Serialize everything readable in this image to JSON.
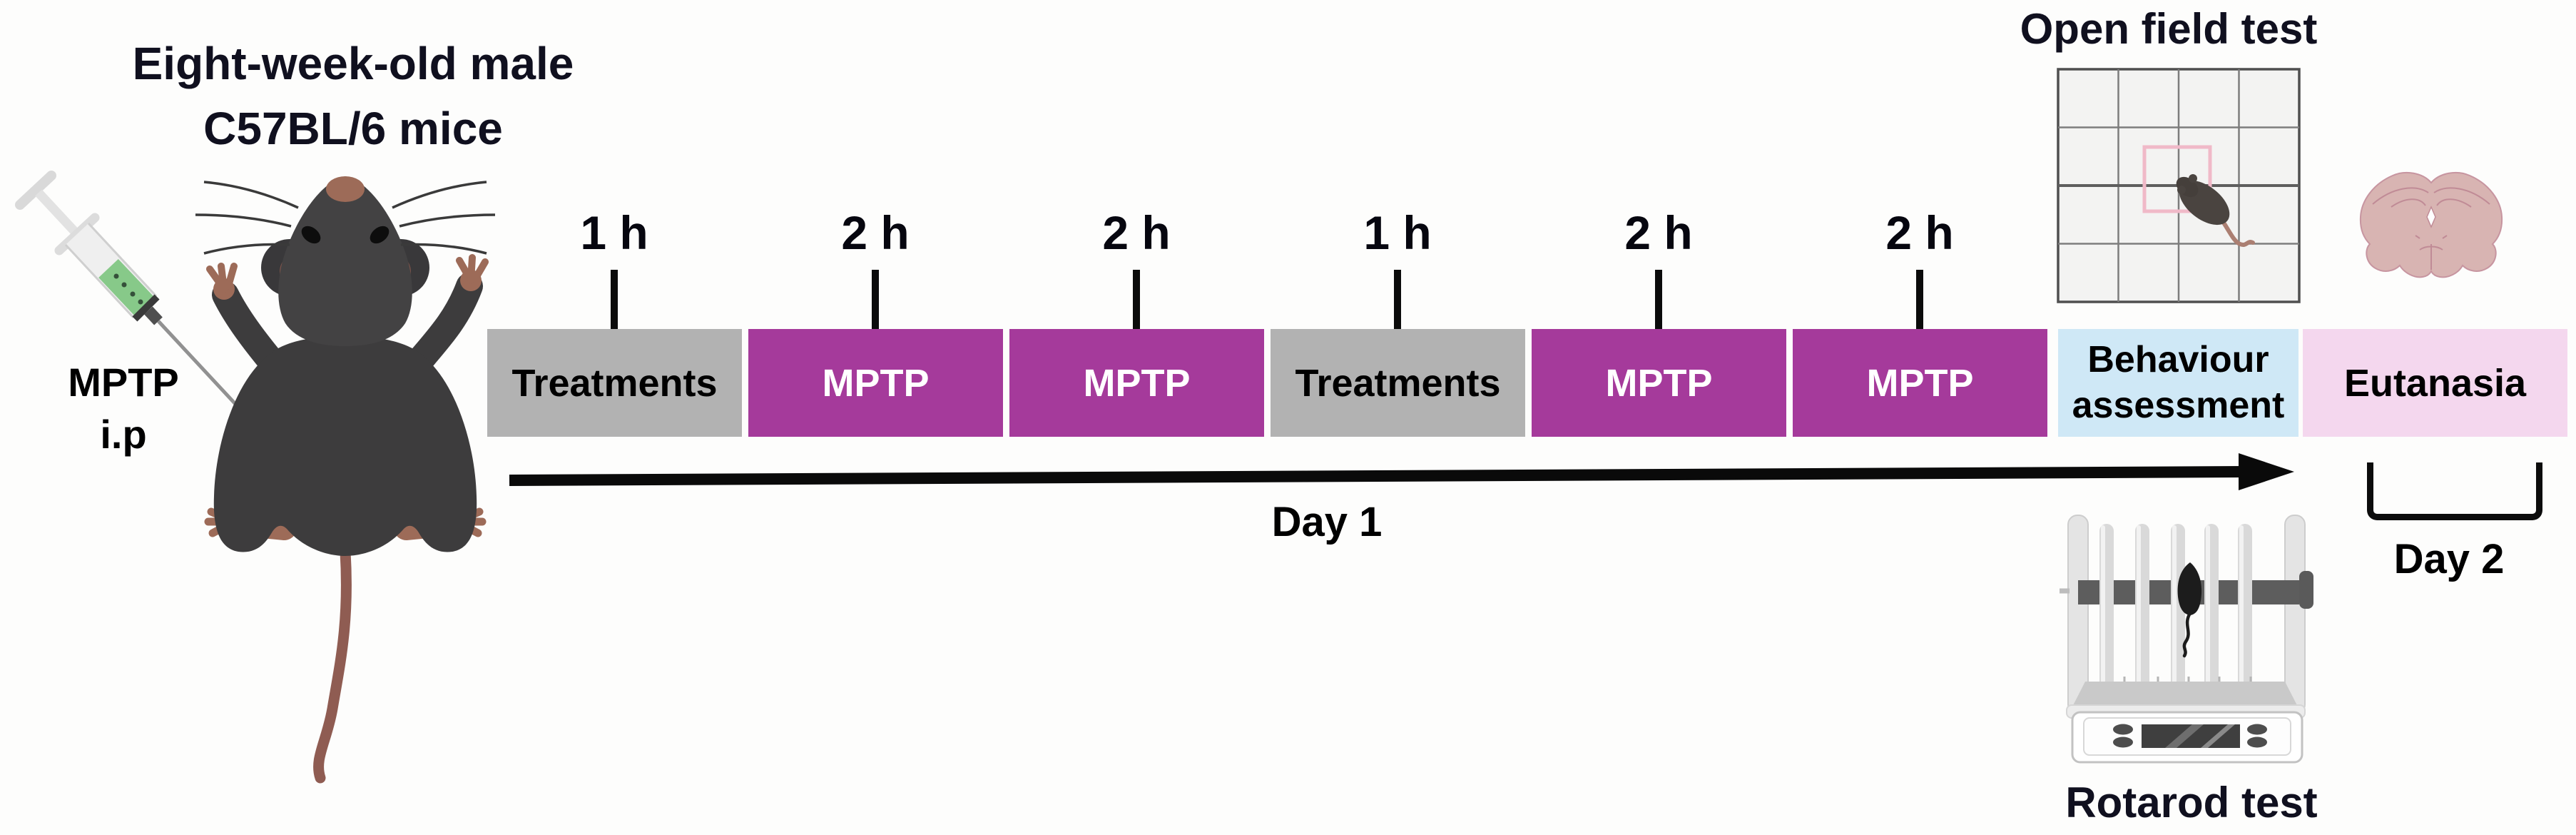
{
  "figure": {
    "background": "#fcfcfb",
    "subject_title": "Eight-week-old male\nC57BL/6 mice",
    "injection_label": "MPTP\ni.p"
  },
  "timeline": {
    "segments": [
      {
        "label": "Treatments",
        "time_above": "1 h",
        "bg": "#b2b2b2",
        "text_color": "#000000"
      },
      {
        "label": "MPTP",
        "time_above": "2 h",
        "bg": "#a53a9b",
        "text_color": "#ffffff"
      },
      {
        "label": "MPTP",
        "time_above": "2 h",
        "bg": "#a53a9b",
        "text_color": "#ffffff"
      },
      {
        "label": "Treatments",
        "time_above": "1 h",
        "bg": "#b2b2b2",
        "text_color": "#000000"
      },
      {
        "label": "MPTP",
        "time_above": "2 h",
        "bg": "#a53a9b",
        "text_color": "#ffffff"
      },
      {
        "label": "MPTP",
        "time_above": "2 h",
        "bg": "#a53a9b",
        "text_color": "#ffffff"
      },
      {
        "label": "Behaviour\nassessment",
        "time_above": "",
        "bg": "#cfe8f6",
        "text_color": "#000000"
      },
      {
        "label": "Eutanasia",
        "time_above": "",
        "bg": "#f4d7ee",
        "text_color": "#000000"
      }
    ],
    "day1_label": "Day 1",
    "day2_label": "Day 2"
  },
  "tests": {
    "open_field_title": "Open field test",
    "rotarod_title": "Rotarod test"
  },
  "icons": {
    "mouse": "c57bl6-mouse-illustration",
    "syringe": "syringe-icon",
    "open_field": "open-field-arena-icon",
    "rotarod": "rotarod-apparatus-icon",
    "brain": "brain-coronal-section-icon",
    "arrow": "day1-timeline-arrow",
    "bracket": "day2-bracket"
  },
  "colors": {
    "treatment_box": "#b2b2b2",
    "mptp_box": "#a53a9b",
    "behaviour_box": "#cfe8f6",
    "eutanasia_box": "#f4d7ee",
    "timeline_arrow": "#0a0a0a",
    "heading_text": "#10101f",
    "label_text": "#000000",
    "mptp_box_text": "#ffffff"
  }
}
